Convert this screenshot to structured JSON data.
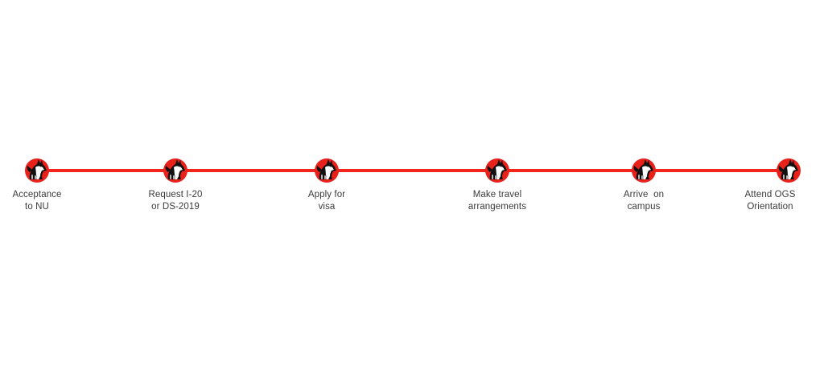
{
  "timeline": {
    "line_color": "#f2241c",
    "marker_color": "#e8211a",
    "mascot_icon": "husky-dog-icon",
    "steps": [
      {
        "line1": "Acceptance",
        "line2": "to NU"
      },
      {
        "line1": "Request I-20",
        "line2": "or DS-2019"
      },
      {
        "line1": "Apply for",
        "line2": "visa"
      },
      {
        "line1": "Make travel",
        "line2": "arrangements"
      },
      {
        "line1": "Arrive  on",
        "line2": "campus"
      },
      {
        "line1": "Attend OGS",
        "line2": "Orientation"
      }
    ]
  }
}
